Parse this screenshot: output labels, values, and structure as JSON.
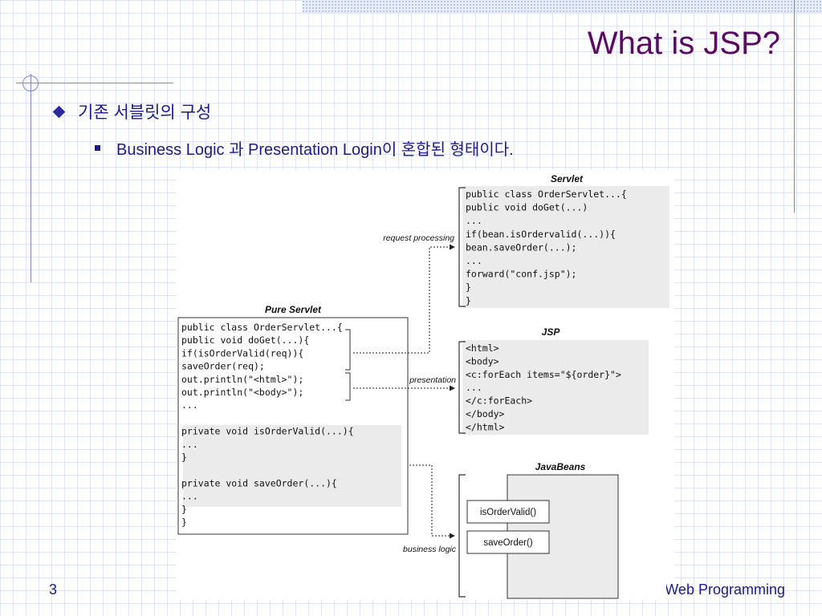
{
  "slide": {
    "title": "What is JSP?",
    "bullet1": "기존 서블릿의 구성",
    "bullet2": "Business Logic 과 Presentation Login이 혼합된 형태이다.",
    "page_number": "3",
    "footer": "Web Programming"
  },
  "figure": {
    "pure_servlet": {
      "title": "Pure Servlet",
      "lines": [
        "public class OrderServlet...{",
        " public void doGet(...){",
        "  if(isOrderValid(req)){",
        "   saveOrder(req);",
        "   out.println(\"<html>\");",
        "   out.println(\"<body>\");",
        "   ...",
        "",
        " private void isOrderValid(...){",
        "  ...",
        "}",
        "",
        " private void saveOrder(...){",
        "  ...",
        " }",
        "}"
      ]
    },
    "servlet": {
      "title": "Servlet",
      "lines": [
        "public class OrderServlet...{",
        " public void doGet(...)",
        "  ...",
        "  if(bean.isOrdervalid(...)){",
        "   bean.saveOrder(...);",
        "   ...",
        "   forward(\"conf.jsp\");",
        "  }",
        "}"
      ]
    },
    "jsp": {
      "title": "JSP",
      "lines": [
        "<html>",
        " <body>",
        "  <c:forEach items=\"${order}\">",
        "   ...",
        "  </c:forEach>",
        " </body>",
        "</html>"
      ]
    },
    "javabeans": {
      "title": "JavaBeans",
      "methods": [
        "isOrderValid()",
        "saveOrder()"
      ]
    },
    "labels": {
      "request": "request processing",
      "presentation": "presentation",
      "business": "business logic"
    }
  }
}
